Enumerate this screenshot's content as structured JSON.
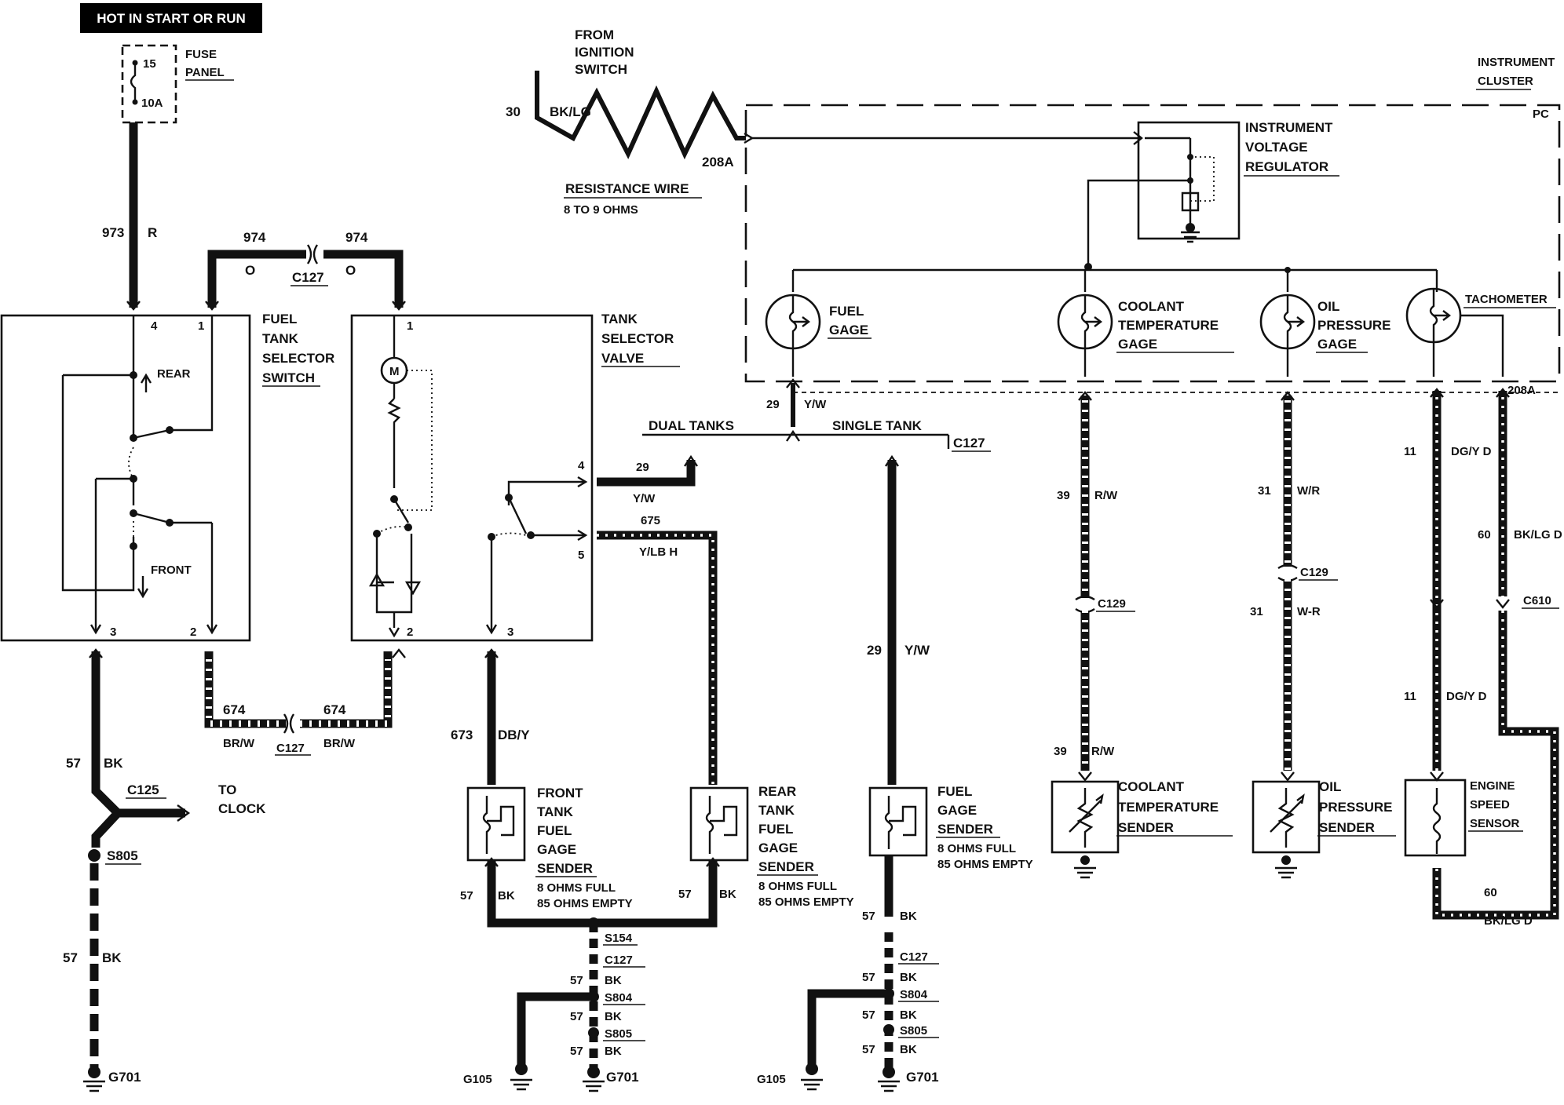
{
  "header": "HOT IN START OR RUN",
  "fuse": {
    "number": "15",
    "rating": "10A",
    "title": [
      "FUSE",
      "PANEL"
    ]
  },
  "ignition": {
    "title": [
      "FROM",
      "IGNITION",
      "SWITCH"
    ],
    "circuit": "30",
    "color": "BK/LG",
    "out_circuit": "208A",
    "resistance_title": "RESISTANCE WIRE",
    "resistance_value": "8 TO 9 OHMS"
  },
  "cluster": {
    "title": [
      "INSTRUMENT",
      "CLUSTER"
    ],
    "code": "PC",
    "regulator": [
      "INSTRUMENT",
      "VOLTAGE",
      "REGULATOR"
    ]
  },
  "gauges": {
    "fuel": [
      "FUEL",
      "GAGE"
    ],
    "coolant": [
      "COOLANT",
      "TEMPERATURE",
      "GAGE"
    ],
    "oil": [
      "OIL",
      "PRESSURE",
      "GAGE"
    ],
    "tach": "TACHOMETER"
  },
  "switch": {
    "title": [
      "FUEL",
      "TANK",
      "SELECTOR",
      "SWITCH"
    ],
    "rear": "REAR",
    "front": "FRONT",
    "pins": [
      "4",
      "1",
      "3",
      "2"
    ]
  },
  "valve": {
    "title": [
      "TANK",
      "SELECTOR",
      "VALVE"
    ],
    "motor": "M",
    "pins": [
      "1",
      "4",
      "5",
      "2",
      "3"
    ]
  },
  "wires": {
    "w973": "973",
    "w973c": "R",
    "w974": "974",
    "w974c": "O",
    "c127": "C127",
    "w674": "674",
    "w674c": "BR/W",
    "w57": "57",
    "w57c": "BK",
    "c125": "C125",
    "to_clock": [
      "TO",
      "CLOCK"
    ],
    "s805": "S805",
    "g701": "G701",
    "w673": "673",
    "w673c": "DB/Y",
    "w29": "29",
    "w29c": "Y/W",
    "w675": "675",
    "w675c": "Y/LB H",
    "dual": "DUAL TANKS",
    "single": "SINGLE TANK",
    "s154": "S154",
    "s804": "S804",
    "g105": "G105",
    "w39": "39",
    "w39c": "R/W",
    "c129": "C129",
    "w31": "31",
    "w31c": "W/R",
    "w31c2": "W-R",
    "w11": "11",
    "w11c": "DG/Y D",
    "w60": "60",
    "w60c": "BK/LG D",
    "c610": "C610",
    "w208a": "208A"
  },
  "senders": {
    "front": [
      "FRONT",
      "TANK",
      "FUEL",
      "GAGE",
      "SENDER"
    ],
    "rear": [
      "REAR",
      "TANK",
      "FUEL",
      "GAGE",
      "SENDER"
    ],
    "fuel": [
      "FUEL",
      "GAGE",
      "SENDER"
    ],
    "full": "8 OHMS FULL",
    "empty": "85 OHMS EMPTY",
    "coolant": [
      "COOLANT",
      "TEMPERATURE",
      "SENDER"
    ],
    "oil": [
      "OIL",
      "PRESSURE",
      "SENDER"
    ],
    "engine": [
      "ENGINE",
      "SPEED",
      "SENSOR"
    ]
  }
}
